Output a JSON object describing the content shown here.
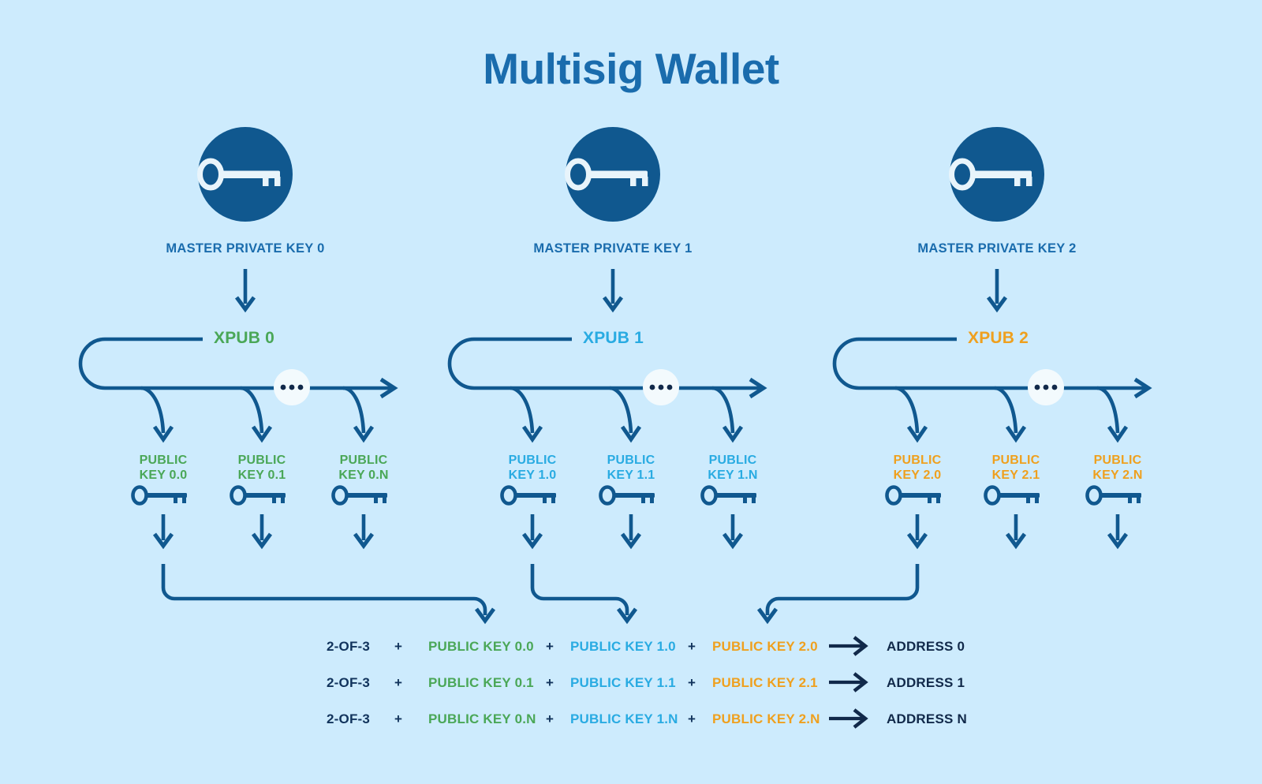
{
  "page": {
    "title": "Multisig Wallet",
    "background_color": "#cdebfd",
    "title_color": "#1a6cad",
    "line_color": "#10588f",
    "dark_navy": "#11294a"
  },
  "branches": [
    {
      "id": "branch-0",
      "accent_color": "#4aa757",
      "master_label": "MASTER PRIVATE KEY 0",
      "xpub_label": "XPUB 0",
      "ellipsis": "•••",
      "public_keys": [
        {
          "line1": "PUBLIC",
          "line2": "KEY 0.0"
        },
        {
          "line1": "PUBLIC",
          "line2": "KEY 0.1"
        },
        {
          "line1": "PUBLIC",
          "line2": "KEY 0.N"
        }
      ]
    },
    {
      "id": "branch-1",
      "accent_color": "#29abe2",
      "master_label": "MASTER PRIVATE KEY 1",
      "xpub_label": "XPUB 1",
      "ellipsis": "•••",
      "public_keys": [
        {
          "line1": "PUBLIC",
          "line2": "KEY 1.0"
        },
        {
          "line1": "PUBLIC",
          "line2": "KEY 1.1"
        },
        {
          "line1": "PUBLIC",
          "line2": "KEY 1.N"
        }
      ]
    },
    {
      "id": "branch-2",
      "accent_color": "#efa01e",
      "master_label": "MASTER PRIVATE KEY 2",
      "xpub_label": "XPUB 2",
      "ellipsis": "•••",
      "public_keys": [
        {
          "line1": "PUBLIC",
          "line2": "KEY 2.0"
        },
        {
          "line1": "PUBLIC",
          "line2": "KEY 2.1"
        },
        {
          "line1": "PUBLIC",
          "line2": "KEY 2.N"
        }
      ]
    }
  ],
  "address_rows": [
    {
      "threshold": "2-OF-3",
      "plus1": "+",
      "key0": "PUBLIC KEY 0.0",
      "plus2": "+",
      "key1": "PUBLIC KEY 1.0",
      "plus3": "+",
      "key2": "PUBLIC KEY 2.0",
      "address": "ADDRESS 0"
    },
    {
      "threshold": "2-OF-3",
      "plus1": "+",
      "key0": "PUBLIC KEY 0.1",
      "plus2": "+",
      "key1": "PUBLIC KEY 1.1",
      "plus3": "+",
      "key2": "PUBLIC KEY 2.1",
      "address": "ADDRESS 1"
    },
    {
      "threshold": "2-OF-3",
      "plus1": "+",
      "key0": "PUBLIC KEY 0.N",
      "plus2": "+",
      "key1": "PUBLIC KEY 1.N",
      "plus3": "+",
      "key2": "PUBLIC KEY 2.N",
      "address": "ADDRESS N"
    }
  ]
}
